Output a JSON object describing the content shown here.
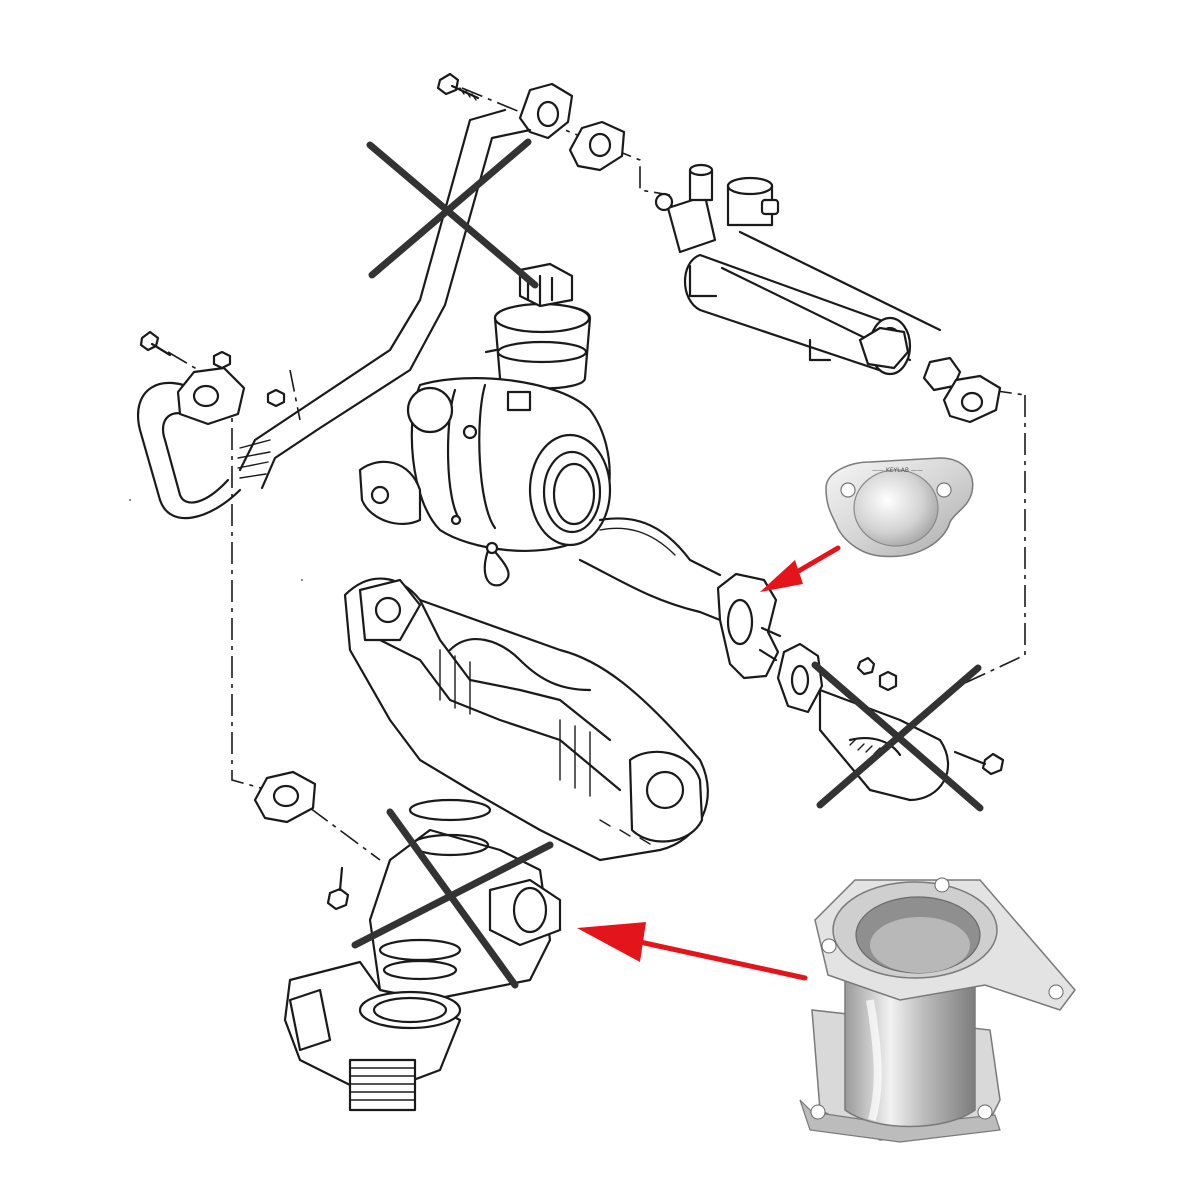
{
  "diagram": {
    "colors": {
      "line_art": "#1a1a1a",
      "cross_mark": "#333333",
      "arrow": "#e3151b",
      "metal_light": "#eeeeee",
      "metal_dark": "#9a9a9a"
    },
    "components": [
      {
        "id": "egr-valve-top",
        "removed": true
      },
      {
        "id": "egr-cooler",
        "removed": false
      },
      {
        "id": "turbocharger",
        "removed": false
      },
      {
        "id": "egr-pipe-lower",
        "removed": true
      },
      {
        "id": "intake-manifold",
        "removed": false
      },
      {
        "id": "throttle-egr-module",
        "removed": true
      }
    ],
    "replacement_parts": [
      {
        "id": "blanking-plate",
        "points_to": "egr-pipe-flange"
      },
      {
        "id": "bypass-adapter-pipe",
        "points_to": "throttle-egr-module"
      }
    ],
    "plate_engraving": "—— KEYLAB ——"
  }
}
